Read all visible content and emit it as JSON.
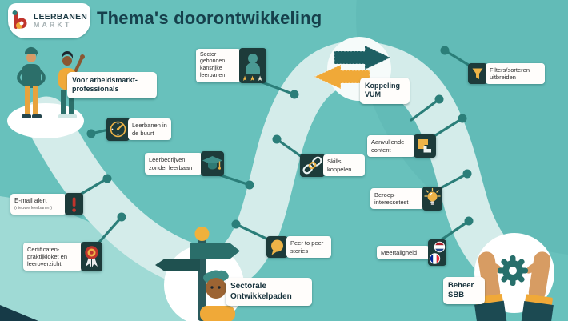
{
  "header": {
    "logo_line1": "LEERBANEN",
    "logo_line2": "MARKT",
    "title": "Thema's doorontwikkeling"
  },
  "milestones": {
    "professionals": "Voor arbeidsmarkt-professionals",
    "koppeling_vum": "Koppeling VUM",
    "sectorale": "Sectorale Ontwikkelpaden",
    "beheer_sbb": "Beheer SBB"
  },
  "nodes": [
    {
      "label": "Sector gebonden kansrijke leerbanen",
      "icon": "person-stars-icon"
    },
    {
      "label": "Filters/sorteren uitbreiden",
      "icon": "funnel-icon"
    },
    {
      "label": "Leerbanen in de buurt",
      "icon": "compass-icon"
    },
    {
      "label": "Leerbedrijven zonder leerbaan",
      "icon": "graduation-cap-icon"
    },
    {
      "label": "Skills koppelen",
      "icon": "chain-link-icon"
    },
    {
      "label": "Aanvullende content",
      "icon": "content-blocks-icon"
    },
    {
      "label": "E-mail alert",
      "sublabel": "(nieuwe leerbanen)",
      "icon": "exclamation-icon"
    },
    {
      "label": "Beroep-interessetest",
      "icon": "lightbulb-icon"
    },
    {
      "label": "Certificaten-praktijkloket en leeroverzicht",
      "icon": "medal-icon"
    },
    {
      "label": "Peer to peer stories",
      "icon": "speech-bubble-icon"
    },
    {
      "label": "Meertaligheid",
      "icon": "language-flags-icon"
    }
  ],
  "colors": {
    "background": "#68c1bc",
    "path": "#d4ecea",
    "tile": "#1d3b3a",
    "pin": "#2b7e79",
    "accent_yellow": "#edb347",
    "accent_red": "#c0342c",
    "title_text": "#16404c"
  }
}
